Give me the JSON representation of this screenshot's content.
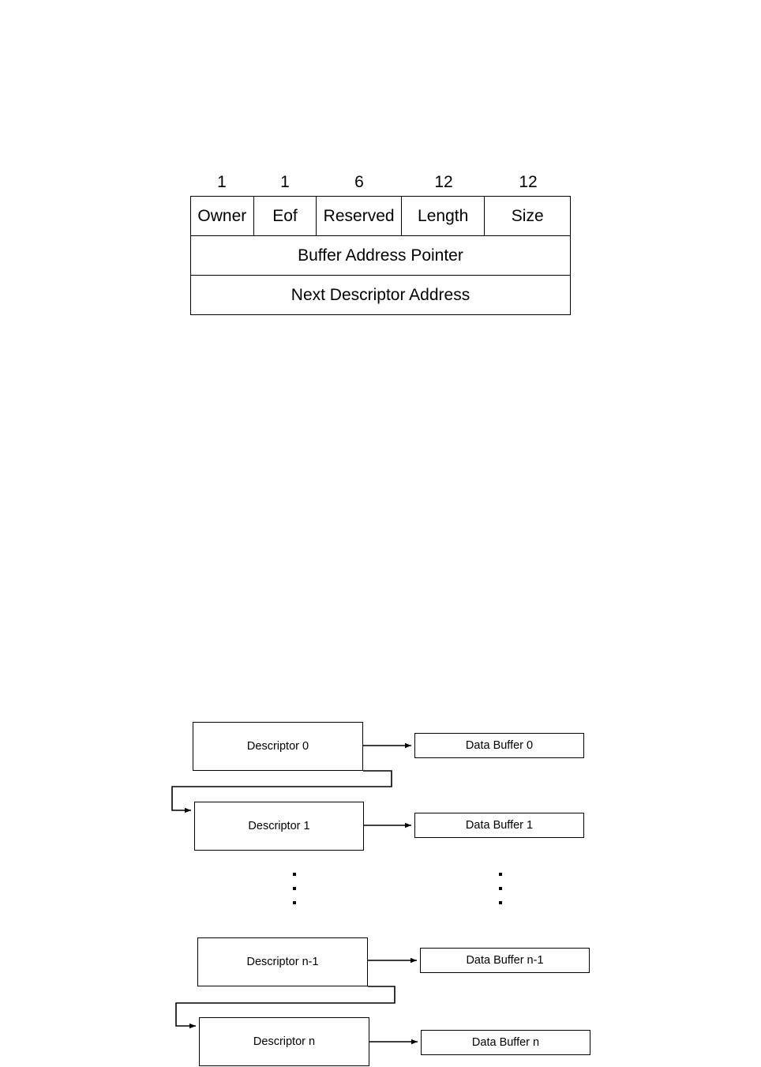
{
  "descriptor_format": {
    "bit_widths": [
      "1",
      "1",
      "6",
      "12",
      "12"
    ],
    "fields": [
      "Owner",
      "Eof",
      "Reserved",
      "Length",
      "Size"
    ],
    "rows": [
      "Buffer Address Pointer",
      "Next Descriptor Address"
    ]
  },
  "descriptor_chain": {
    "descriptors": [
      {
        "label": "Descriptor 0"
      },
      {
        "label": "Descriptor 1"
      },
      {
        "label": "Descriptor n-1"
      },
      {
        "label": "Descriptor n"
      }
    ],
    "buffers": [
      {
        "label": "Data Buffer 0"
      },
      {
        "label": "Data Buffer 1"
      },
      {
        "label": "Data Buffer n-1"
      },
      {
        "label": "Data Buffer n"
      }
    ],
    "ellipsis": "..."
  },
  "colors": {
    "stroke": "#000000",
    "background": "#ffffff"
  }
}
